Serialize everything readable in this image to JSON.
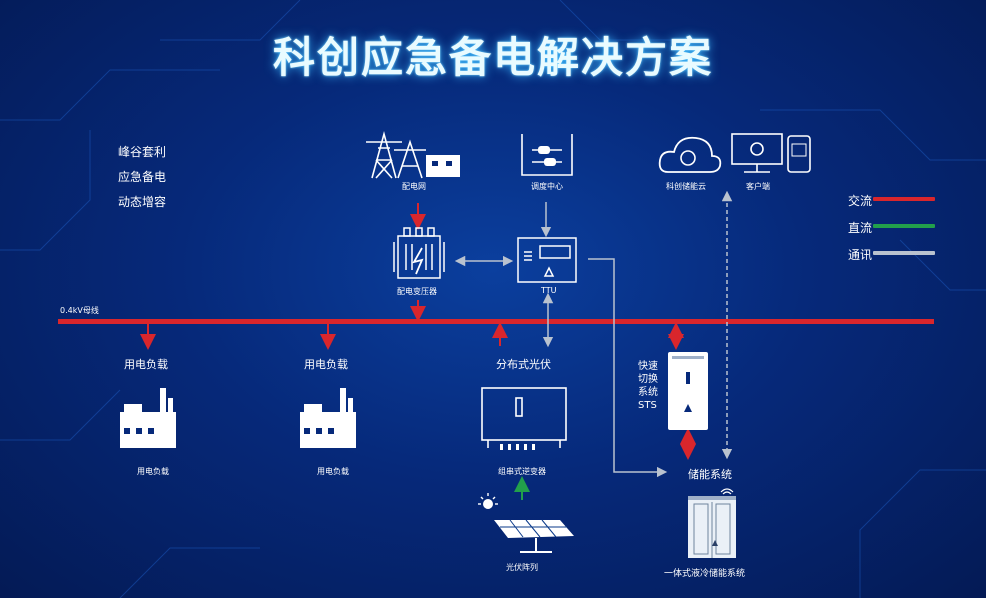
{
  "title": "科创应急备电解决方案",
  "features": [
    "峰谷套利",
    "应急备电",
    "动态增容"
  ],
  "legend": [
    {
      "label": "交流",
      "color": "#d9262c"
    },
    {
      "label": "直流",
      "color": "#22a04b"
    },
    {
      "label": "通讯",
      "color": "#b9c2cf"
    }
  ],
  "bus_label": "0.4kV母线",
  "nodes": {
    "grid": "配电网",
    "dispatch": "调度中心",
    "cloud": "科创储能云",
    "client": "客户端",
    "transformer": "配电变压器",
    "ttu": "TTU",
    "load1": "用电负载",
    "load2": "用电负载",
    "load1_small": "用电负载",
    "load2_small": "用电负载",
    "pv": "分布式光伏",
    "inverter": "组串式逆变器",
    "pv_array": "光伏阵列",
    "sts": "快速\n切换\n系统\nSTS",
    "storage": "储能系统",
    "storage_unit": "一体式液冷储能系统"
  },
  "colors": {
    "background": "#06297a",
    "ac": "#d9262c",
    "dc": "#22a04b",
    "comm": "#b9c2cf",
    "title_glow": "#39b7ff"
  }
}
